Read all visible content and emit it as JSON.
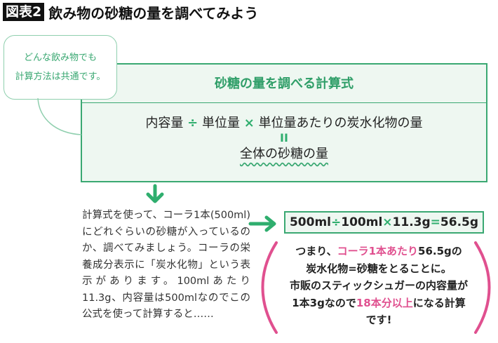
{
  "header": {
    "badge": "図表2",
    "title": "飲み物の砂糖の量を調べてみよう"
  },
  "bubble": {
    "line1": "どんな飲み物でも",
    "line2": "計算方法は共通です。"
  },
  "formula_box": {
    "heading": "砂糖の量を調べる計算式",
    "term1": "内容量",
    "div": "÷",
    "term2": "単位量",
    "mul": "×",
    "term3": "単位量あたりの炭水化物の量",
    "equals": "II",
    "result": "全体の砂糖の量"
  },
  "explanation": "計算式を使って、コーラ1本(500ml)にどれぐらいの砂糖が入っているのか、調べてみましょう。コーラの栄養成分表示に「炭水化物」という表示があります。100mlあたり11.3g、内容量は500mlなのでこの公式を使って計算すると……",
  "calculation": {
    "a": "500ml",
    "div": "÷",
    "b": "100ml",
    "mul": "×",
    "c": "11.3g",
    "eq": "=",
    "result": "56.5g"
  },
  "conclusion": {
    "p1": "つまり、",
    "p2": "コーラ1本あたり",
    "p3": "56.5gの",
    "p4": "炭水化物=砂糖をとることに。",
    "p5": "市販のスティックシュガーの内容量が",
    "p6": "1本3gなので",
    "p7": "18本分以上",
    "p8": "になる計算",
    "p9": "です!"
  },
  "colors": {
    "green": "#3aa872",
    "light_green": "#eef7f1",
    "pink": "#e0508f"
  }
}
